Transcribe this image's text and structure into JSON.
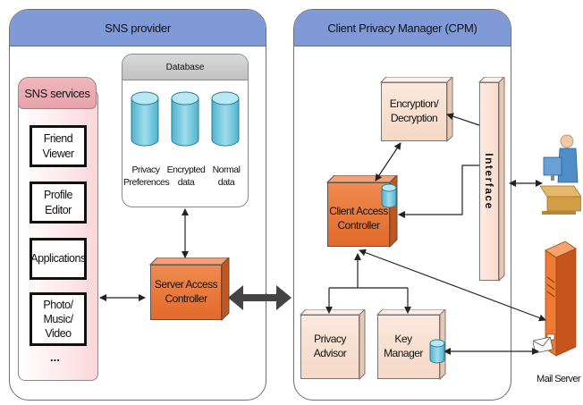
{
  "sns_provider": {
    "title": "SNS provider",
    "services": {
      "title": "SNS services",
      "items": [
        "Friend Viewer",
        "Profile Editor",
        "Applications",
        "Photo/ Music/ Video"
      ],
      "more": "..."
    },
    "database": {
      "title": "Database",
      "stores": [
        "Privacy Preferences",
        "Encrypted data",
        "Normal data"
      ]
    },
    "server_access_controller": "Server Access Controller"
  },
  "cpm": {
    "title": "Client Privacy Manager (CPM)",
    "encryption": "Encryption/ Decryption",
    "client_access_controller": "Client Access Controller",
    "interface": "Interface",
    "privacy_advisor": "Privacy Advisor",
    "key_manager": "Key Manager"
  },
  "external": {
    "mail_server": "Mail Server"
  }
}
